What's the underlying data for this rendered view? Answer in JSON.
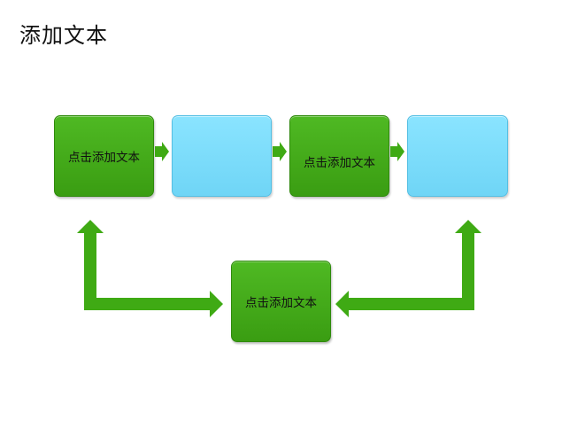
{
  "title": "添加文本",
  "boxes": {
    "box1": "点击添加文本",
    "box2": "",
    "box3": "点击添加文本",
    "box4": "",
    "box5": "点击添加文本"
  },
  "colors": {
    "green": "#43AC1B",
    "blue": "#7ADCFC",
    "arrow": "#3FAA14"
  }
}
